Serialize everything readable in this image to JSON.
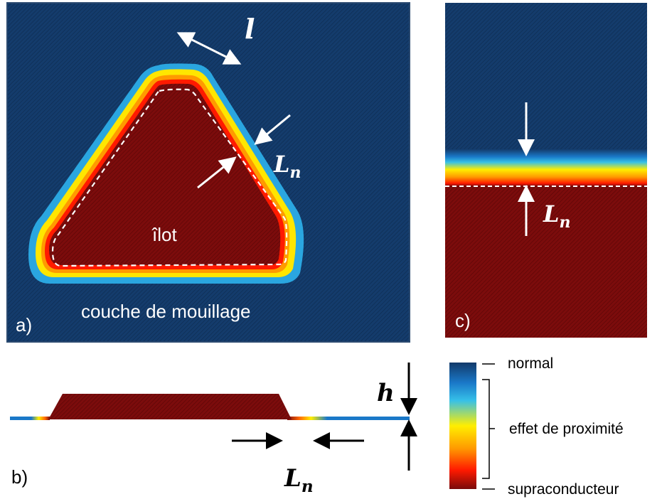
{
  "panel_a": {
    "tag": "a)",
    "wetting_layer_label": "couche de mouillage",
    "island_label": "îlot",
    "length_symbol": "l",
    "proximity_length": {
      "symbol": "L",
      "subscript": "n"
    }
  },
  "panel_b": {
    "tag": "b)",
    "height_symbol": "h",
    "proximity_length": {
      "symbol": "L",
      "subscript": "n"
    }
  },
  "panel_c": {
    "tag": "c)",
    "proximity_length": {
      "symbol": "L",
      "subscript": "n"
    }
  },
  "colorbar": {
    "top_label": "normal",
    "middle_label": "effet de proximité",
    "bottom_label": "supraconducteur"
  },
  "colors": {
    "normal": "#123a6a",
    "superconductor": "#7a0a0a",
    "gradient": [
      "#123a6a",
      "#1a78c8",
      "#36c0e8",
      "#ffee00",
      "#ff9900",
      "#ff0000",
      "#7a0a0a"
    ],
    "frame": "#2b4a70"
  }
}
